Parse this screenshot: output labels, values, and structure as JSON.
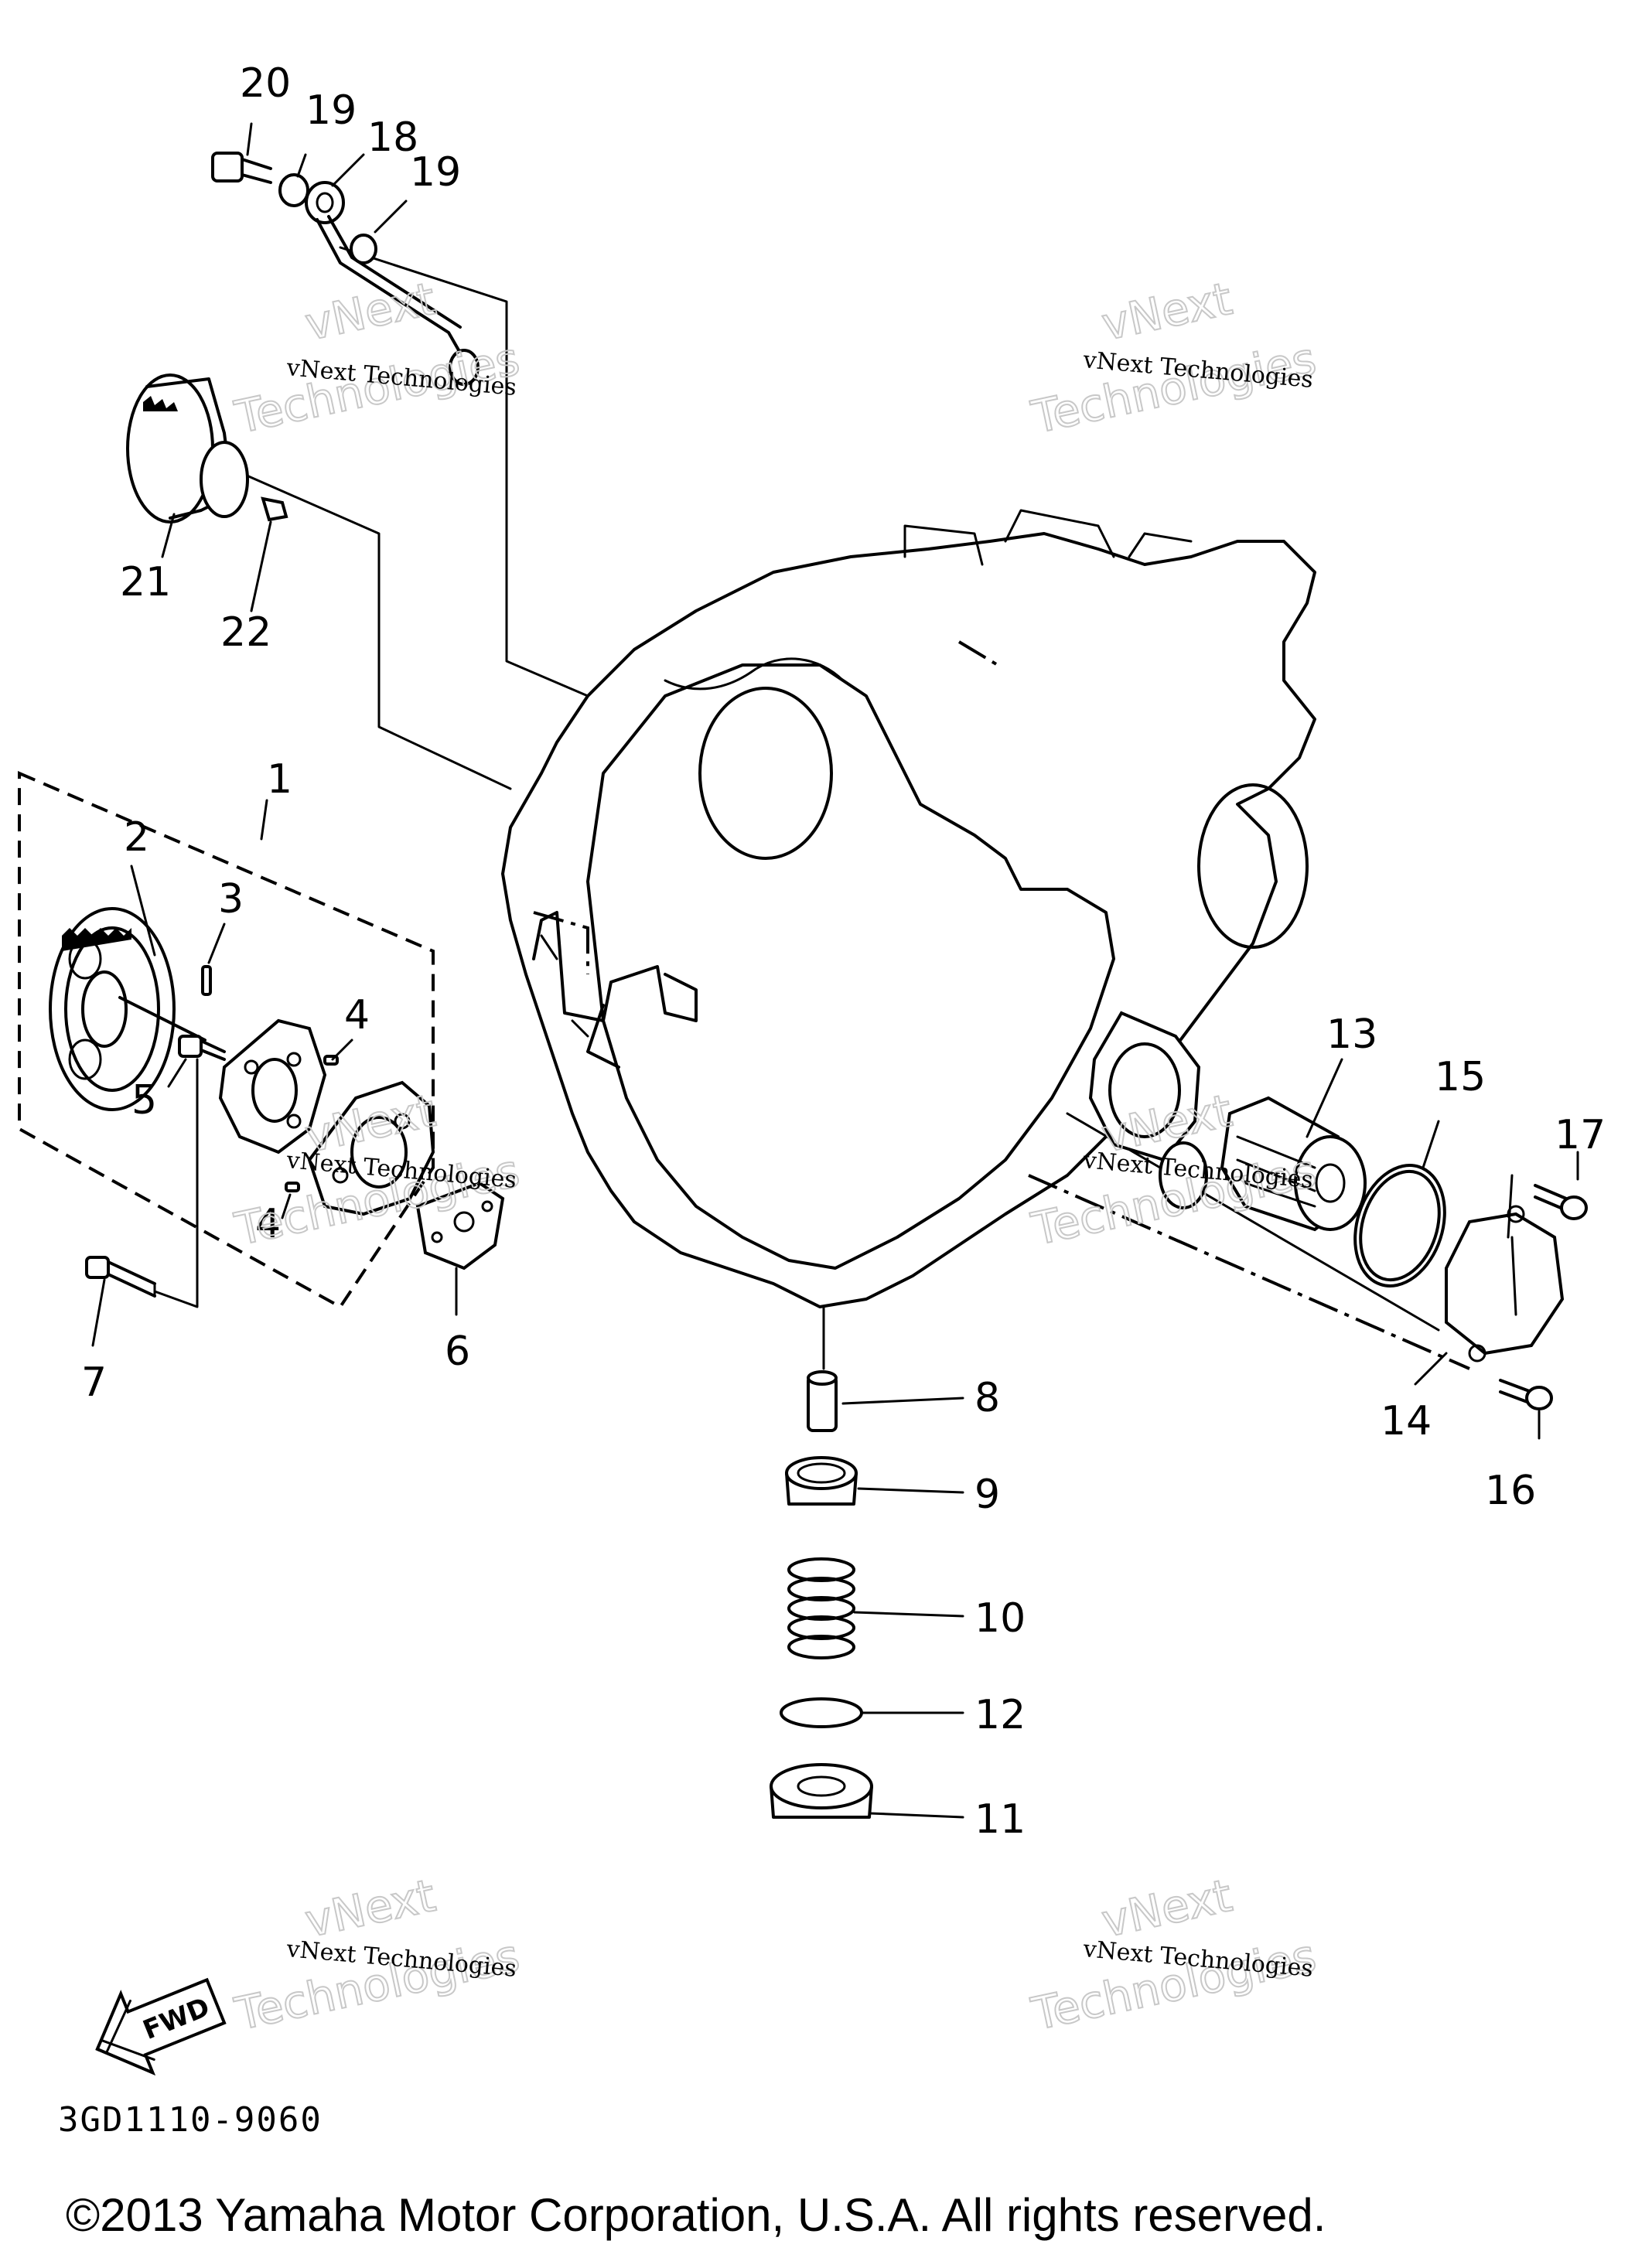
{
  "diagram": {
    "part_labels": [
      "1",
      "2",
      "3",
      "4",
      "4",
      "5",
      "6",
      "7",
      "8",
      "9",
      "10",
      "11",
      "12",
      "13",
      "14",
      "15",
      "16",
      "17",
      "18",
      "19",
      "19",
      "20",
      "21",
      "22"
    ],
    "fwd_label": "FWD",
    "drawing_code": "3GD1110-9060",
    "copyright": "©2013 Yamaha Motor Corporation, U.S.A. All rights reserved.",
    "watermark": {
      "small": "vNext Technologies",
      "big_top": "vNext",
      "big_bottom": "Technologies"
    }
  }
}
